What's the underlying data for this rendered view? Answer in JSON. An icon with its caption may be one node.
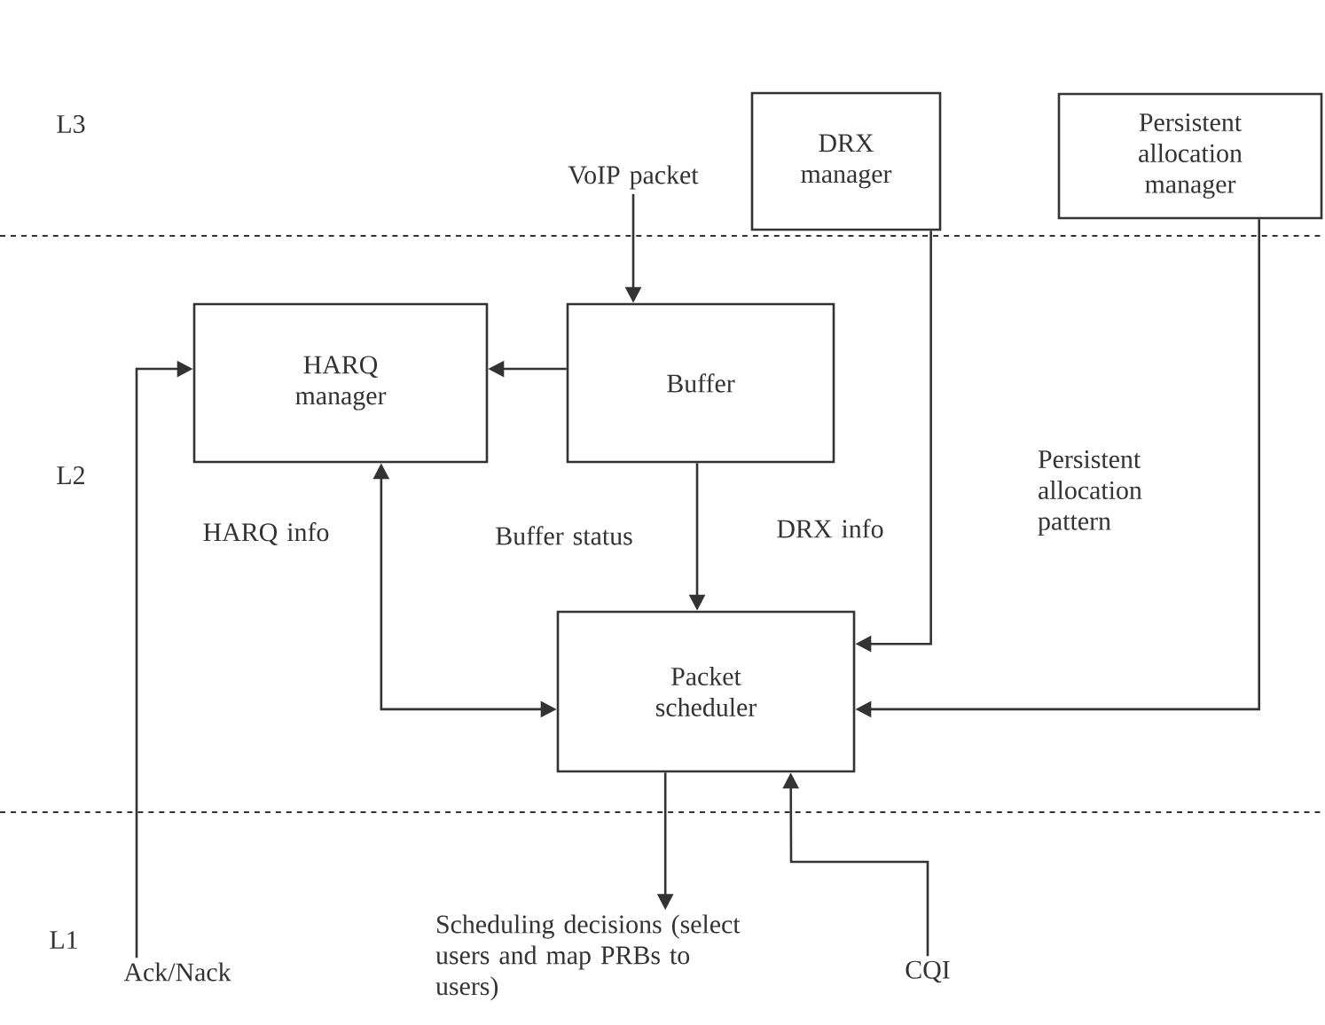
{
  "diagram": {
    "nodes": [
      {
        "text": [
          "DRX manager"
        ]
      },
      {
        "text": [
          "Persistent allocation manager"
        ]
      },
      {
        "text": [
          "HARQ manager"
        ]
      },
      {
        "text": [
          "Buffer"
        ]
      },
      {
        "text": [
          "Packet scheduler"
        ]
      },
      {
        "text": [
          "VoIP packet"
        ]
      },
      {
        "text": [
          "Ack/Nack"
        ]
      },
      {
        "text": [
          "Scheduling decisions (select users and map PRBs to users)"
        ]
      },
      {
        "text": [
          "CQI"
        ]
      }
    ],
    "edges": [
      {
        "from": 5,
        "to": 3,
        "arrow": "to"
      },
      {
        "from": 3,
        "to": 2,
        "arrow": "to"
      },
      {
        "from": 3,
        "to": 4,
        "label": "Buffer status",
        "arrow": "to"
      },
      {
        "from": 2,
        "to": 4,
        "label": "HARQ info",
        "arrow": "both"
      },
      {
        "from": 0,
        "to": 4,
        "label": "DRX info",
        "arrow": "to"
      },
      {
        "from": 1,
        "to": 4,
        "label": "Persistent allocation pattern",
        "arrow": "to"
      },
      {
        "from": 6,
        "to": 2,
        "arrow": "to"
      },
      {
        "from": 4,
        "to": 7,
        "arrow": "to"
      },
      {
        "from": 8,
        "to": 4,
        "arrow": "to"
      }
    ],
    "labels": [
      "L3",
      "L2",
      "L1"
    ]
  }
}
